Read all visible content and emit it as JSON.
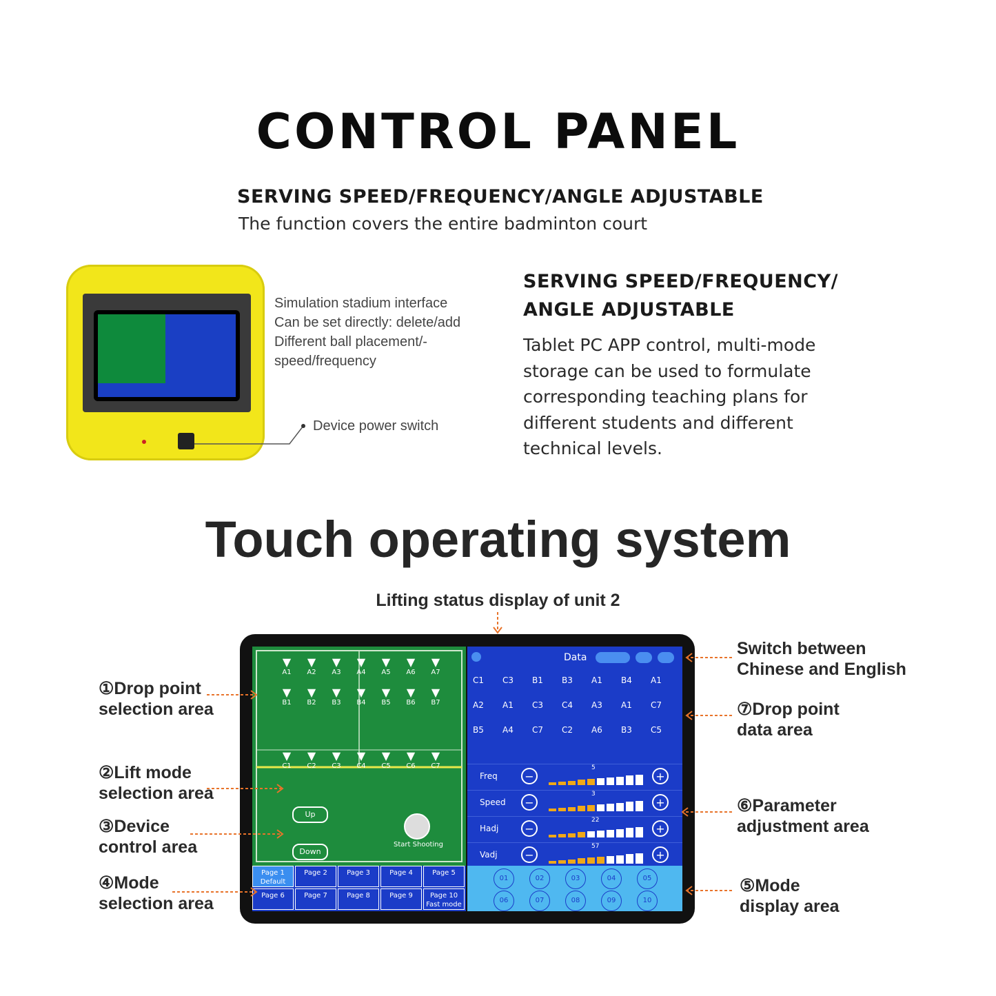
{
  "header": {
    "title": "CONTROL PANEL",
    "subtitle": "SERVING SPEED/FREQUENCY/ANGLE ADJUSTABLE",
    "subtitle_desc": "The function covers the entire badminton court"
  },
  "right_section": {
    "heading_line1": "SERVING SPEED/FREQUENCY/",
    "heading_line2": "ANGLE ADJUSTABLE",
    "desc_lines": [
      "Tablet PC APP control, multi-mode",
      "storage can be used to formulate",
      "corresponding teaching plans for",
      "different students and different",
      "technical levels."
    ]
  },
  "device_notes": {
    "sim_lines": [
      "Simulation stadium interface",
      "Can be set directly: delete/add",
      "Different ball placement/-",
      "speed/frequency"
    ],
    "power": "Device power switch"
  },
  "touch": {
    "title": "Touch operating system",
    "top_label": "Lifting status display of unit 2",
    "left_labels": [
      [
        "①Drop point",
        "selection area"
      ],
      [
        "②Lift mode",
        "selection area"
      ],
      [
        "③Device",
        "control area"
      ],
      [
        "④Mode",
        "selection area"
      ]
    ],
    "right_labels": [
      [
        "Switch between",
        "Chinese and English"
      ],
      [
        "⑦Drop point",
        "data area"
      ],
      [
        "⑥Parameter",
        "adjustment area"
      ],
      [
        "⑤Mode",
        "display area"
      ]
    ]
  },
  "screen": {
    "row_a": [
      "A1",
      "A2",
      "A3",
      "A4",
      "A5",
      "A6",
      "A7"
    ],
    "row_b": [
      "B1",
      "B2",
      "B3",
      "B4",
      "B5",
      "B6",
      "B7"
    ],
    "row_c": [
      "C1",
      "C2",
      "C3",
      "C4",
      "C5",
      "C6",
      "C7"
    ],
    "data_title": "Data",
    "data_grid": [
      [
        "C1",
        "C3",
        "B1",
        "B3",
        "A1",
        "B4",
        "A1"
      ],
      [
        "A2",
        "A1",
        "C3",
        "C4",
        "A3",
        "A1",
        "C7"
      ],
      [
        "B5",
        "A4",
        "C7",
        "C2",
        "A6",
        "B3",
        "C5"
      ]
    ],
    "params": [
      {
        "label": "Freq",
        "value": "5",
        "level": 5
      },
      {
        "label": "Speed",
        "value": "3",
        "level": 5
      },
      {
        "label": "Hadj",
        "value": "22",
        "level": 4
      },
      {
        "label": "Vadj",
        "value": "57",
        "level": 6
      }
    ],
    "up": "Up",
    "down": "Down",
    "start": "Start Shooting",
    "tabs_row1": [
      "Page 1 Default",
      "Page 2",
      "Page 3",
      "Page 4",
      "Page 5"
    ],
    "tabs_row2": [
      "Page 6",
      "Page 7",
      "Page 8",
      "Page 9",
      "Page 10 Fast mode"
    ],
    "mode_circles_row1": [
      "01",
      "02",
      "03",
      "04",
      "05"
    ],
    "mode_circles_row2": [
      "06",
      "07",
      "08",
      "09",
      "10"
    ]
  },
  "colors": {
    "court_green": "#1e8c3d",
    "panel_blue": "#1b3cc8",
    "device_yellow": "#f2e61a",
    "arrow_orange": "#e8732a"
  }
}
